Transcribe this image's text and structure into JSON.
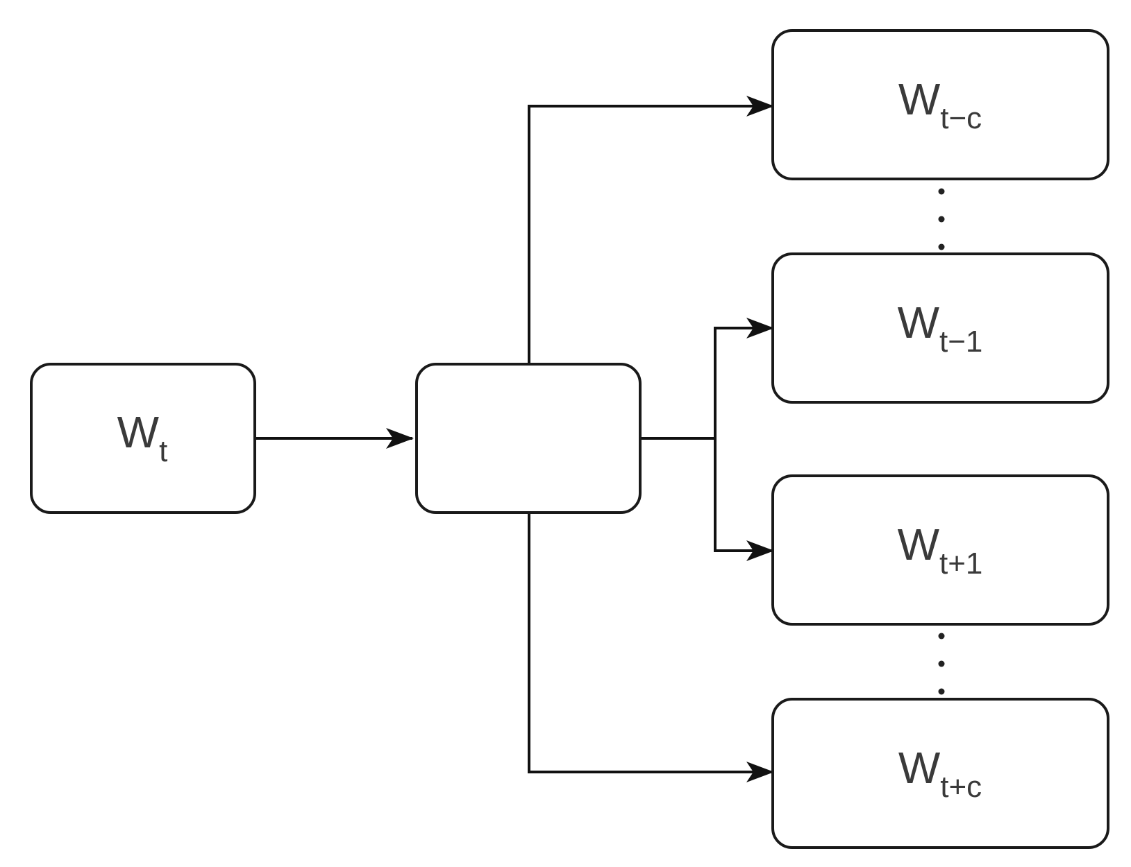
{
  "nodes": {
    "input": {
      "main": "W",
      "sub": "t"
    },
    "projection": {
      "main": "",
      "sub": ""
    },
    "out_t_minus_c": {
      "main": "W",
      "sub": "t−c"
    },
    "out_t_minus_1": {
      "main": "W",
      "sub": "t−1"
    },
    "out_t_plus_1": {
      "main": "W",
      "sub": "t+1"
    },
    "out_t_plus_c": {
      "main": "W",
      "sub": "t+c"
    }
  },
  "colors": {
    "stroke": "#1a1a1a",
    "text": "#3a3a3a",
    "background": "#ffffff"
  }
}
